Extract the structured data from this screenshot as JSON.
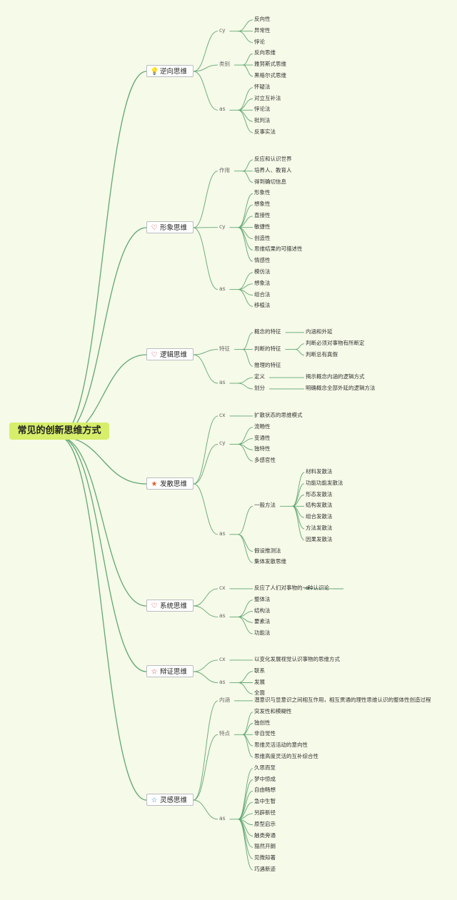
{
  "root": "常见的创新思维方式",
  "icons": {
    "bulb": {
      "glyph": "💡",
      "color": "#e8c400"
    },
    "heart": {
      "glyph": "♡",
      "color": "#d83a3a"
    },
    "star-filled": {
      "glyph": "★",
      "color": "#e0612a"
    },
    "star-outline": {
      "glyph": "☆",
      "color": "#d83a3a"
    },
    "star-blue": {
      "glyph": "☆",
      "color": "#3c84c8"
    }
  },
  "topics": [
    {
      "label": "逆向思维",
      "icon": "bulb",
      "children": [
        {
          "label": "cy",
          "children": [
            {
              "label": "反向性"
            },
            {
              "label": "异常性"
            },
            {
              "label": "悖论"
            }
          ]
        },
        {
          "label": "类别",
          "children": [
            {
              "label": "反向思维"
            },
            {
              "label": "雅努斯式思维"
            },
            {
              "label": "黑格尔式思维"
            }
          ]
        },
        {
          "label": "as",
          "children": [
            {
              "label": "怀疑法"
            },
            {
              "label": "对立互补法"
            },
            {
              "label": "悖论法"
            },
            {
              "label": "批判法"
            },
            {
              "label": "反事实法"
            }
          ]
        }
      ]
    },
    {
      "label": "形象思维",
      "icon": "heart",
      "children": [
        {
          "label": "作用",
          "children": [
            {
              "label": "反应和认识世界"
            },
            {
              "label": "培养人、教育人"
            },
            {
              "label": "得到确切信息"
            }
          ]
        },
        {
          "label": "cy",
          "children": [
            {
              "label": "形象性"
            },
            {
              "label": "想象性"
            },
            {
              "label": "直接性"
            },
            {
              "label": "敏捷性"
            },
            {
              "label": "创造性"
            },
            {
              "label": "思维结果的可描述性"
            },
            {
              "label": "情感性"
            }
          ]
        },
        {
          "label": "as",
          "children": [
            {
              "label": "模仿法"
            },
            {
              "label": "想象法"
            },
            {
              "label": "组合法"
            },
            {
              "label": "移植法"
            }
          ]
        }
      ]
    },
    {
      "label": "逻辑思维",
      "icon": "heart",
      "children": [
        {
          "label": "特征",
          "children": [
            {
              "label": "概念的特征",
              "children": [
                {
                  "label": "内涵和外延"
                }
              ]
            },
            {
              "label": "判断的特征",
              "children": [
                {
                  "label": "判断必须对事物有所断定"
                },
                {
                  "label": "判断总有真假"
                }
              ]
            },
            {
              "label": "推理的特征"
            }
          ]
        },
        {
          "label": "as",
          "children": [
            {
              "label": "定义",
              "children": [
                {
                  "label": "揭示概念内涵的逻辑方式"
                }
              ]
            },
            {
              "label": "划分",
              "children": [
                {
                  "label": "明确概念全部外延的逻辑方法"
                }
              ]
            }
          ]
        }
      ]
    },
    {
      "label": "发散思维",
      "icon": "star-filled",
      "children": [
        {
          "label": "cx",
          "children": [
            {
              "label": "扩散状态的思维模式"
            }
          ]
        },
        {
          "label": "cy",
          "children": [
            {
              "label": "流畅性"
            },
            {
              "label": "变通性"
            },
            {
              "label": "独特性"
            },
            {
              "label": "多感官性"
            }
          ]
        },
        {
          "label": "as",
          "children": [
            {
              "label": "一般方法",
              "children": [
                {
                  "label": "材料发散法"
                },
                {
                  "label": "功能功能发散法"
                },
                {
                  "label": "形态发散法"
                },
                {
                  "label": "结构发散法"
                },
                {
                  "label": "组合发散法"
                },
                {
                  "label": "方法发散法"
                },
                {
                  "label": "因果发散法"
                }
              ]
            },
            {
              "label": "假设推测法"
            },
            {
              "label": "集体发散思维"
            }
          ]
        }
      ]
    },
    {
      "label": "系统思维",
      "icon": "heart",
      "children": [
        {
          "label": "cx",
          "children": [
            {
              "label": "反应了人们对事物的一种认识论",
              "children": [
                {
                  "label": "a"
                }
              ]
            }
          ]
        },
        {
          "label": "as",
          "children": [
            {
              "label": "整体法"
            },
            {
              "label": "结构法"
            },
            {
              "label": "要素法"
            },
            {
              "label": "功能法"
            }
          ]
        }
      ]
    },
    {
      "label": "辩证思维",
      "icon": "star-outline",
      "children": [
        {
          "label": "cx",
          "children": [
            {
              "label": "以变化发展视觉认识事物的思维方式"
            }
          ]
        },
        {
          "label": "as",
          "children": [
            {
              "label": "联系"
            },
            {
              "label": "发展"
            },
            {
              "label": "全面"
            }
          ]
        }
      ]
    },
    {
      "label": "灵感思维",
      "icon": "star-blue",
      "children": [
        {
          "label": "内涵",
          "children": [
            {
              "label": "潜意识与显意识之间相互作用，相互贯通的理性思维认识的整体性创造过程"
            }
          ]
        },
        {
          "label": "特点",
          "children": [
            {
              "label": "突发性和模糊性"
            },
            {
              "label": "独创性"
            },
            {
              "label": "非自觉性"
            },
            {
              "label": "思维灵活活动的意向性"
            },
            {
              "label": "思维高度灵活的互补综合性"
            }
          ]
        },
        {
          "label": "as",
          "children": [
            {
              "label": "久思而至"
            },
            {
              "label": "梦中惊成"
            },
            {
              "label": "自由畅想"
            },
            {
              "label": "急中生智"
            },
            {
              "label": "另辟新径"
            },
            {
              "label": "原型启示"
            },
            {
              "label": "触类旁通"
            },
            {
              "label": "豁然开朗"
            },
            {
              "label": "见微知著"
            },
            {
              "label": "巧遇新迹"
            }
          ]
        }
      ]
    }
  ]
}
